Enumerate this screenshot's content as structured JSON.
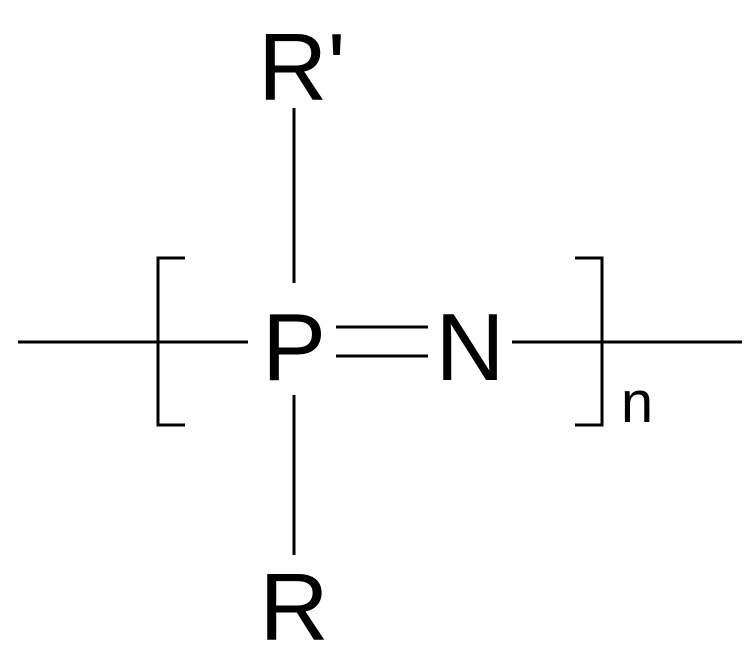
{
  "structure": {
    "atoms": {
      "top_substituent": "R'",
      "phosphorus": "P",
      "nitrogen": "N",
      "bottom_substituent": "R"
    },
    "repeat_subscript": "n",
    "bonds": {
      "p_n": "double",
      "p_top": "single",
      "p_bottom": "single",
      "chain_left": "single",
      "chain_right": "single"
    },
    "colors": {
      "ink": "#000000",
      "background": "#ffffff"
    }
  }
}
